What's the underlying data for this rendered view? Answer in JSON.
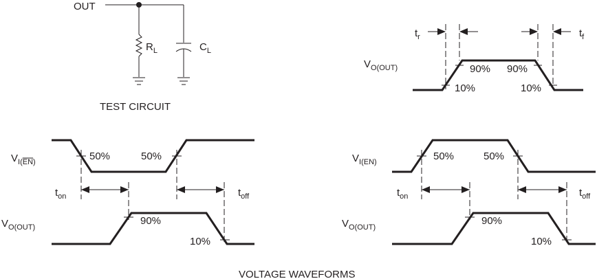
{
  "test_circuit": {
    "out_label": "OUT",
    "rl": {
      "main": "R",
      "sub": "L"
    },
    "cl": {
      "main": "C",
      "sub": "L"
    },
    "caption": "TEST CIRCUIT"
  },
  "rise_fall": {
    "tr": {
      "main": "t",
      "sub": "r"
    },
    "tf": {
      "main": "t",
      "sub": "f"
    },
    "vo": {
      "main": "V",
      "sub": "O(OUT)"
    },
    "p90_left": "90%",
    "p90_right": "90%",
    "p10_left": "10%",
    "p10_right": "10%"
  },
  "left_waveform": {
    "vi": {
      "main": "V",
      "sub_prefix": "I(",
      "sub_over": "EN",
      "sub_suffix": ")"
    },
    "p50_left": "50%",
    "p50_right": "50%",
    "ton": {
      "main": "t",
      "sub": "on"
    },
    "toff": {
      "main": "t",
      "sub": "off"
    },
    "vo": {
      "main": "V",
      "sub": "O(OUT)"
    },
    "p90": "90%",
    "p10": "10%"
  },
  "right_waveform": {
    "vi": {
      "main": "V",
      "sub": "I(EN)"
    },
    "p50_left": "50%",
    "p50_right": "50%",
    "ton": {
      "main": "t",
      "sub": "on"
    },
    "toff": {
      "main": "t",
      "sub": "off"
    },
    "vo": {
      "main": "V",
      "sub": "O(OUT)"
    },
    "p90": "90%",
    "p10": "10%"
  },
  "caption": "VOLTAGE WAVEFORMS"
}
